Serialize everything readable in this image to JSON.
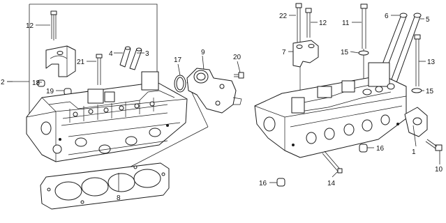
{
  "callouts": {
    "c1": "1",
    "c2": "2",
    "c3": "3",
    "c4": "4",
    "c5": "5",
    "c6": "6",
    "c7": "7",
    "c8": "8",
    "c9": "9",
    "c10": "10",
    "c11": "11",
    "c12a": "12",
    "c12b": "12",
    "c13": "13",
    "c14": "14",
    "c15a": "15",
    "c15b": "15",
    "c16a": "16",
    "c16b": "16",
    "c17": "17",
    "c18": "18",
    "c19": "19",
    "c20": "20",
    "c21": "21",
    "c22": "22"
  },
  "colors": {
    "ink": "#1a1a1a",
    "paper": "#ffffff"
  }
}
